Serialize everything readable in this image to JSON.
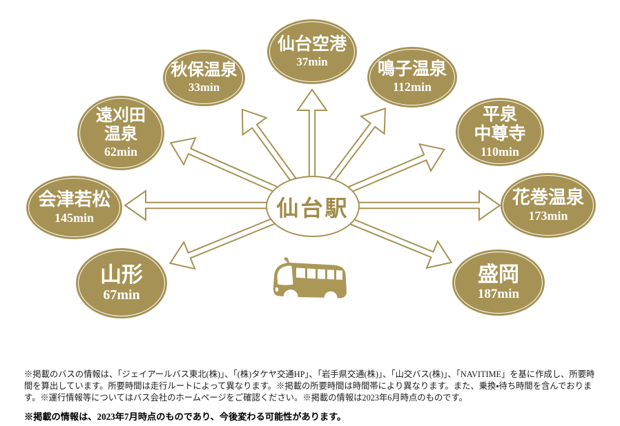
{
  "diagram": {
    "center": {
      "label": "仙台駅"
    },
    "destinations": [
      {
        "name": "仙台空港",
        "time": "37min"
      },
      {
        "name": "秋保温泉",
        "time": "33min"
      },
      {
        "name": "鳴子温泉",
        "time": "112min"
      },
      {
        "name": "遠刈田\n温泉",
        "time": "62min"
      },
      {
        "name": "平泉\n中尊寺",
        "time": "110min"
      },
      {
        "name": "会津若松",
        "time": "145min"
      },
      {
        "name": "花巻温泉",
        "time": "173min"
      },
      {
        "name": "山形",
        "time": "67min"
      },
      {
        "name": "盛岡",
        "time": "187min"
      }
    ],
    "colors": {
      "gold": "#a69254",
      "bus_gold": "#ab9857",
      "text_on_gold": "#ffffff",
      "center_text": "#a08c4a"
    },
    "icons": [
      "bus-icon",
      "route-arrow"
    ]
  },
  "footer": {
    "disclaimer": "※掲載のバスの情報は、「ジェイアールバス東北(株)」、「(株)タケヤ交通HP」、「岩手県交通(株)」、「山交バス(株)」、「NAVITIME」を基に作成し、所要時間を算出しています。所要時間は走行ルートによって異なります。※掲載の所要時間は時間帯により異なります。また、乗換・待ち時間を含んでおります。※運行情報等についてはバス会社のホームページをご確認ください。※掲載の情報は2023年6月時点のものです。",
    "notice_bold": "※掲載の情報は、2023年7月時点のものであり、今後変わる可能性があります。"
  }
}
